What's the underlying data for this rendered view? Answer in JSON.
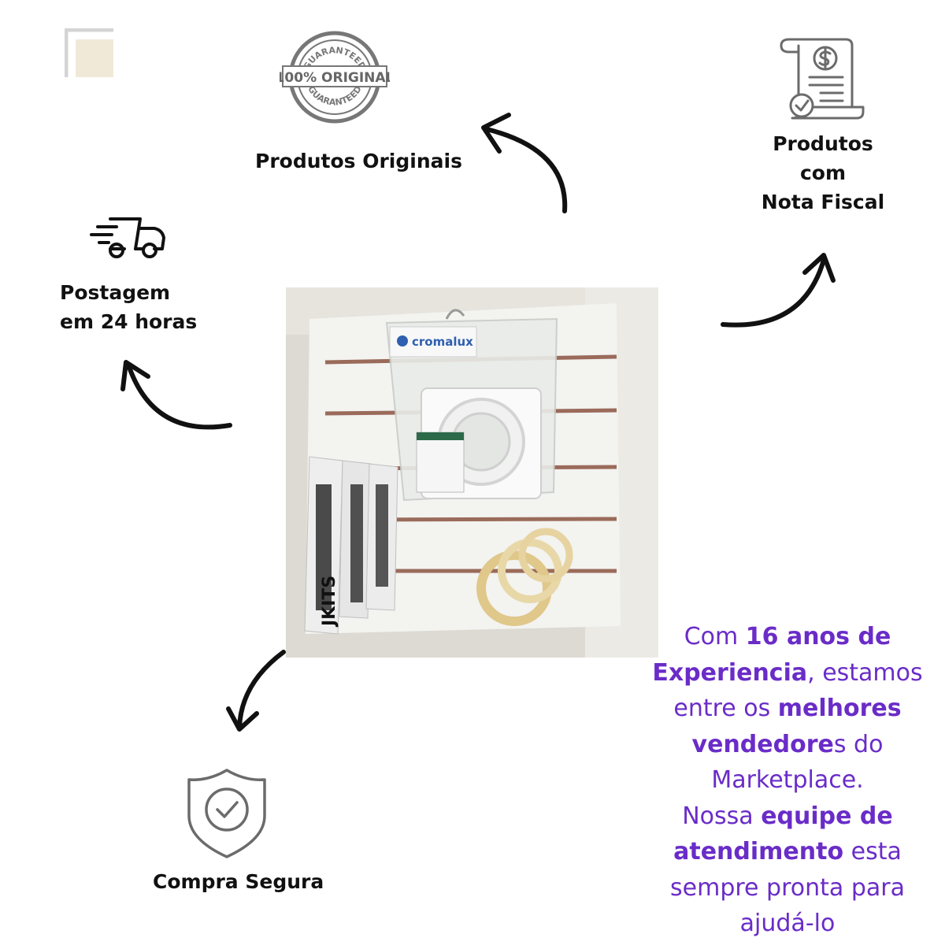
{
  "features": {
    "originais": "Produtos Originais",
    "nota_fiscal": [
      "Produtos",
      "com",
      "Nota Fiscal"
    ],
    "postagem": [
      "Postagem",
      "em 24 horas"
    ],
    "compra": "Compra Segura"
  },
  "stamp": {
    "top_text": "GUARANTEED",
    "banner": "100% ORIGINAL",
    "bottom_text": "GUARANTEED"
  },
  "photo_labels": {
    "brand": "cromalux",
    "kits": "JKITS"
  },
  "promo": {
    "p1": "Com ",
    "b1": "16 anos de",
    "b2": "Experiencia",
    "p2": ", estamos",
    "p3": "entre os ",
    "b3": "melhores",
    "b4": "vendedore",
    "p4": "s do",
    "p5": "Marketplace.",
    "p6": "Nossa ",
    "b5": "equipe de",
    "b6": "atendimento",
    "p7": " esta",
    "p8": "sempre pronta para",
    "p9": "ajudá-lo"
  },
  "colors": {
    "accent_purple": "#6a2cc8",
    "icon_gray": "#6b6b6b",
    "text": "#111111"
  },
  "icons": [
    "original-stamp-icon",
    "receipt-dollar-icon",
    "delivery-truck-icon",
    "shield-check-icon",
    "curved-arrow-icon"
  ]
}
